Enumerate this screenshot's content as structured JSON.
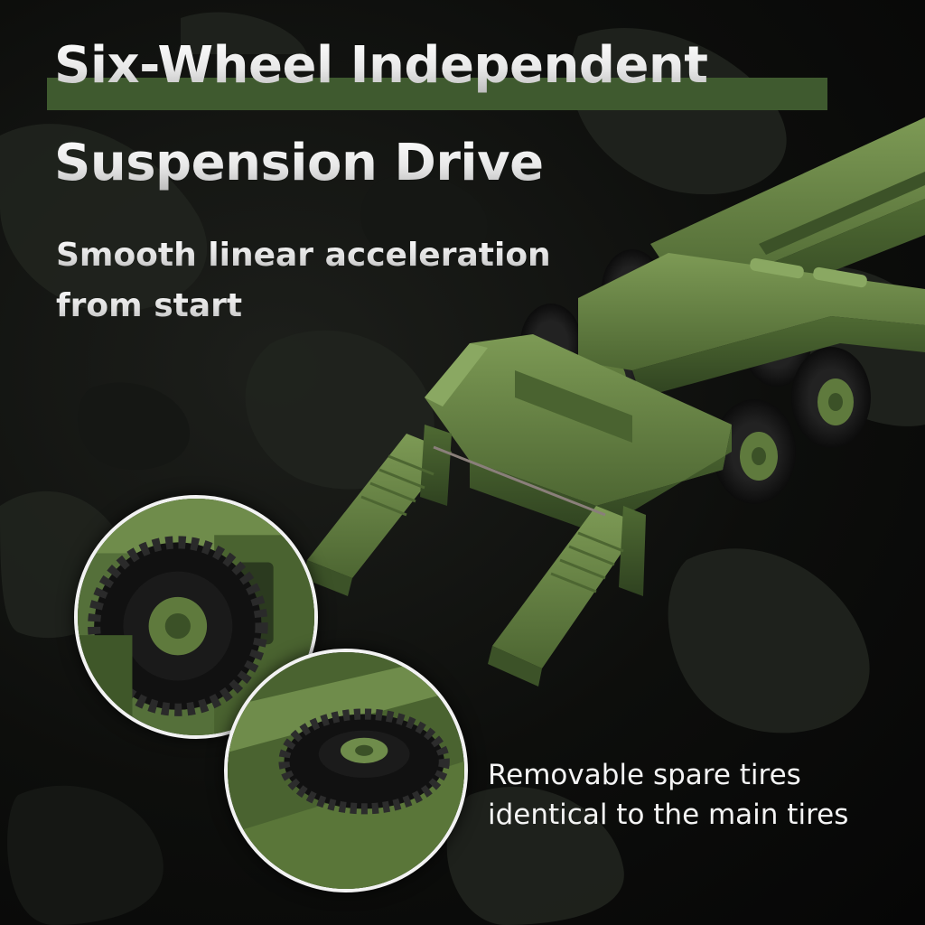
{
  "headline": {
    "line1": "Six-Wheel Independent",
    "line2": "Suspension Drive",
    "accent_color": "#3f5a2f"
  },
  "subtitle": {
    "line1": "Smooth linear acceleration",
    "line2": "from start"
  },
  "caption": {
    "line1": "Removable spare tires",
    "line2": "identical to the main tires"
  },
  "colors": {
    "background": "#0b0c0a",
    "truck_green": "#5f7a3d",
    "tire": "#151515"
  }
}
